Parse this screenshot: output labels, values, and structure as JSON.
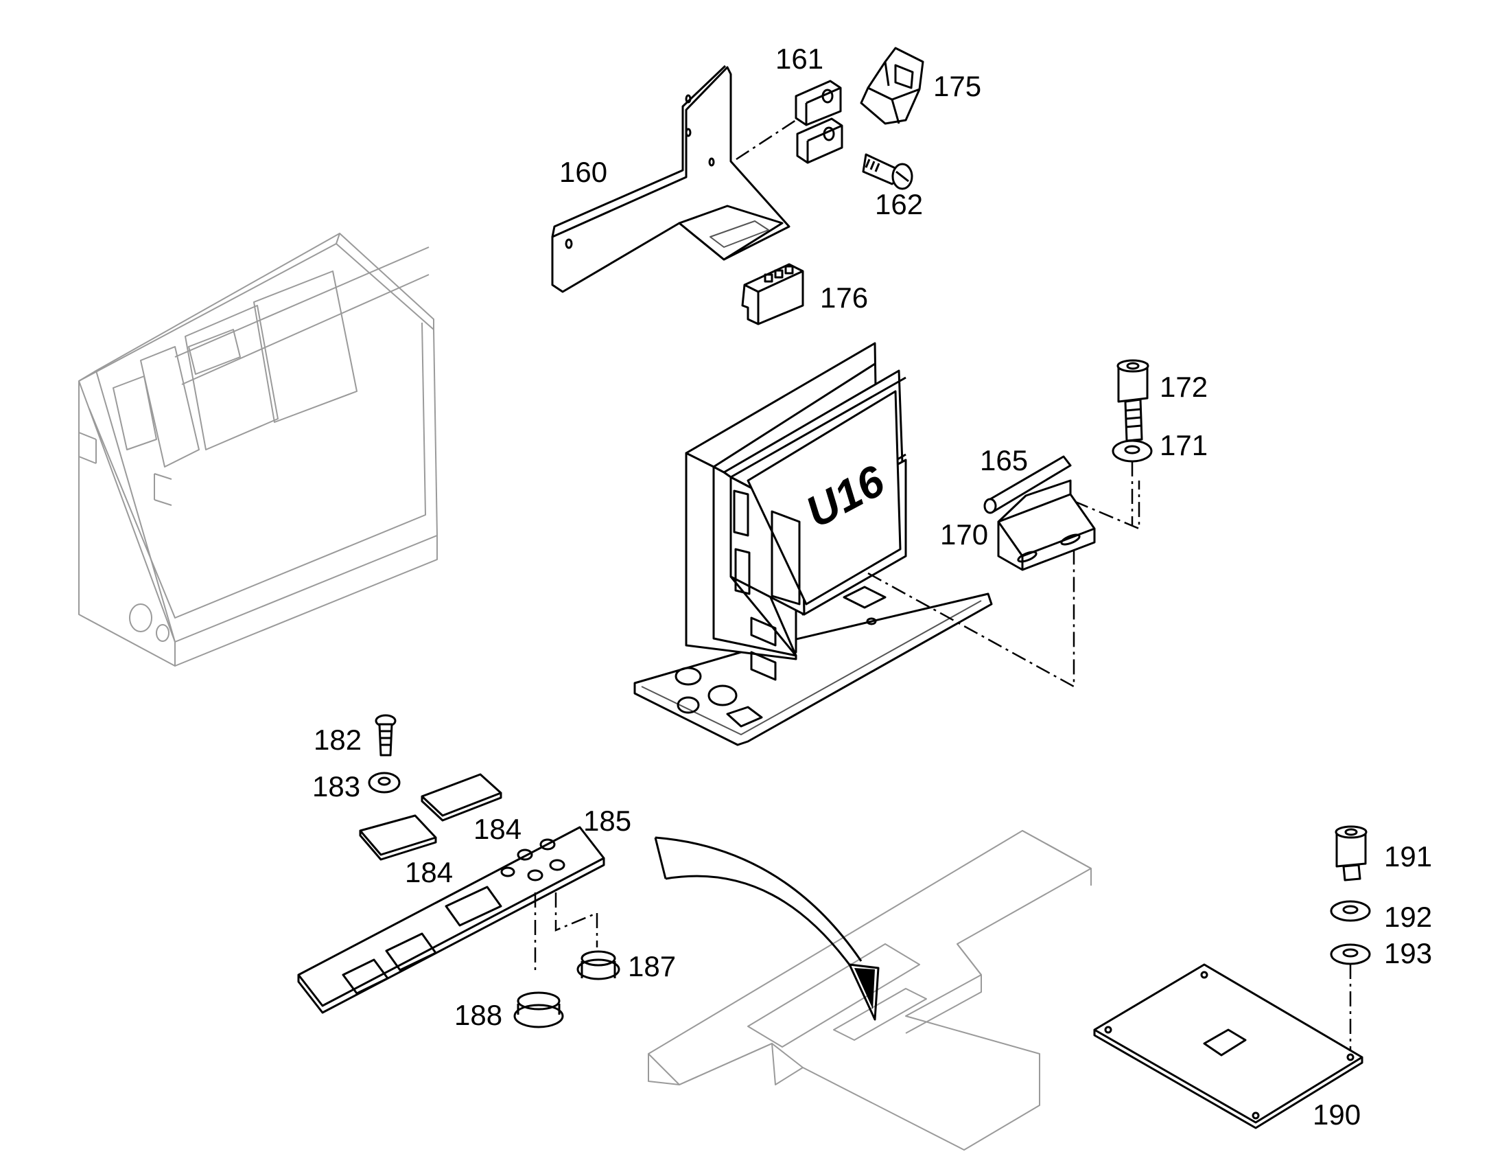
{
  "diagram": {
    "type": "exploded parts drawing",
    "unit_label": "U16",
    "callouts": [
      {
        "id": "c160",
        "text": "160"
      },
      {
        "id": "c161",
        "text": "161"
      },
      {
        "id": "c175",
        "text": "175"
      },
      {
        "id": "c162",
        "text": "162"
      },
      {
        "id": "c176",
        "text": "176"
      },
      {
        "id": "c172",
        "text": "172"
      },
      {
        "id": "c171",
        "text": "171"
      },
      {
        "id": "c165",
        "text": "165"
      },
      {
        "id": "c170",
        "text": "170"
      },
      {
        "id": "c182",
        "text": "182"
      },
      {
        "id": "c183",
        "text": "183"
      },
      {
        "id": "c184a",
        "text": "184"
      },
      {
        "id": "c184b",
        "text": "184"
      },
      {
        "id": "c185",
        "text": "185"
      },
      {
        "id": "c187",
        "text": "187"
      },
      {
        "id": "c188",
        "text": "188"
      },
      {
        "id": "c191",
        "text": "191"
      },
      {
        "id": "c192",
        "text": "192"
      },
      {
        "id": "c193",
        "text": "193"
      },
      {
        "id": "c190",
        "text": "190"
      }
    ]
  }
}
